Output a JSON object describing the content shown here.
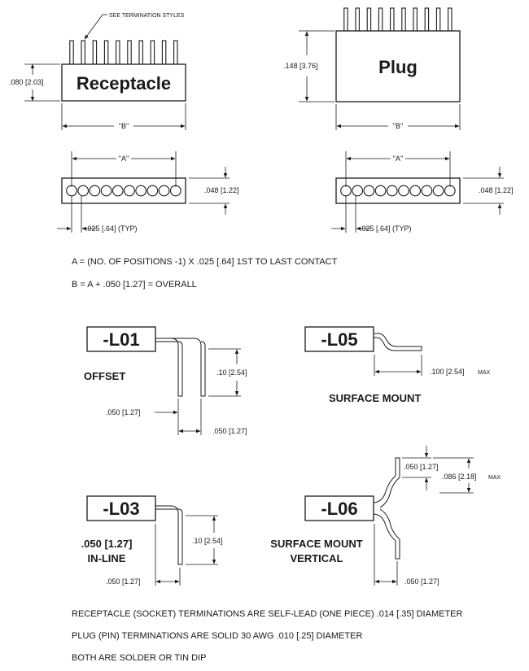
{
  "callout": "SEE TERMINATION STYLES",
  "receptacle": {
    "title": "Receptacle",
    "height_dim": ".080 [2.03]",
    "width_dim": "\"B\"",
    "pitch_dim": "\"A\"",
    "thickness_dim": ".048 [1.22]",
    "spacing_dim": ".025 [.64] (TYP)"
  },
  "plug": {
    "title": "Plug",
    "height_dim": ".148 [3.76]",
    "width_dim": "\"B\"",
    "pitch_dim": "\"A\"",
    "thickness_dim": ".048 [1.22]",
    "spacing_dim": ".025 [.64] (TYP)"
  },
  "formulas": {
    "a": "A = (NO. OF POSITIONS -1) X .025 [.64] 1ST TO LAST CONTACT",
    "b": "B = A + .050 [1.27] = OVERALL"
  },
  "terminations": {
    "l01": {
      "code": "-L01",
      "label": "OFFSET",
      "height": ".10 [2.54]",
      "offset1": ".050 [1.27]",
      "offset2": ".050 [1.27]"
    },
    "l05": {
      "code": "-L05",
      "label": "SURFACE MOUNT",
      "length": ".100 [2.54]",
      "length_note": "MAX"
    },
    "l03": {
      "code": "-L03",
      "label_line1": ".050 [1.27]",
      "label_line2": "IN-LINE",
      "height": ".10 [2.54]",
      "offset": ".050 [1.27]"
    },
    "l06": {
      "code": "-L06",
      "label_line1": "SURFACE MOUNT",
      "label_line2": "VERTICAL",
      "inner": ".050 [1.27]",
      "outer": ".086 [2.18]",
      "outer_note": "MAX",
      "offset": ".050 [1.27]"
    }
  },
  "notes": [
    "RECEPTACLE (SOCKET) TERMINATIONS ARE SELF-LEAD (ONE PIECE) .014 [.35] DIAMETER",
    "PLUG (PIN) TERMINATIONS ARE SOLID 30 AWG .010 [.25] DIAMETER",
    "BOTH ARE SOLDER OR TIN DIP"
  ]
}
